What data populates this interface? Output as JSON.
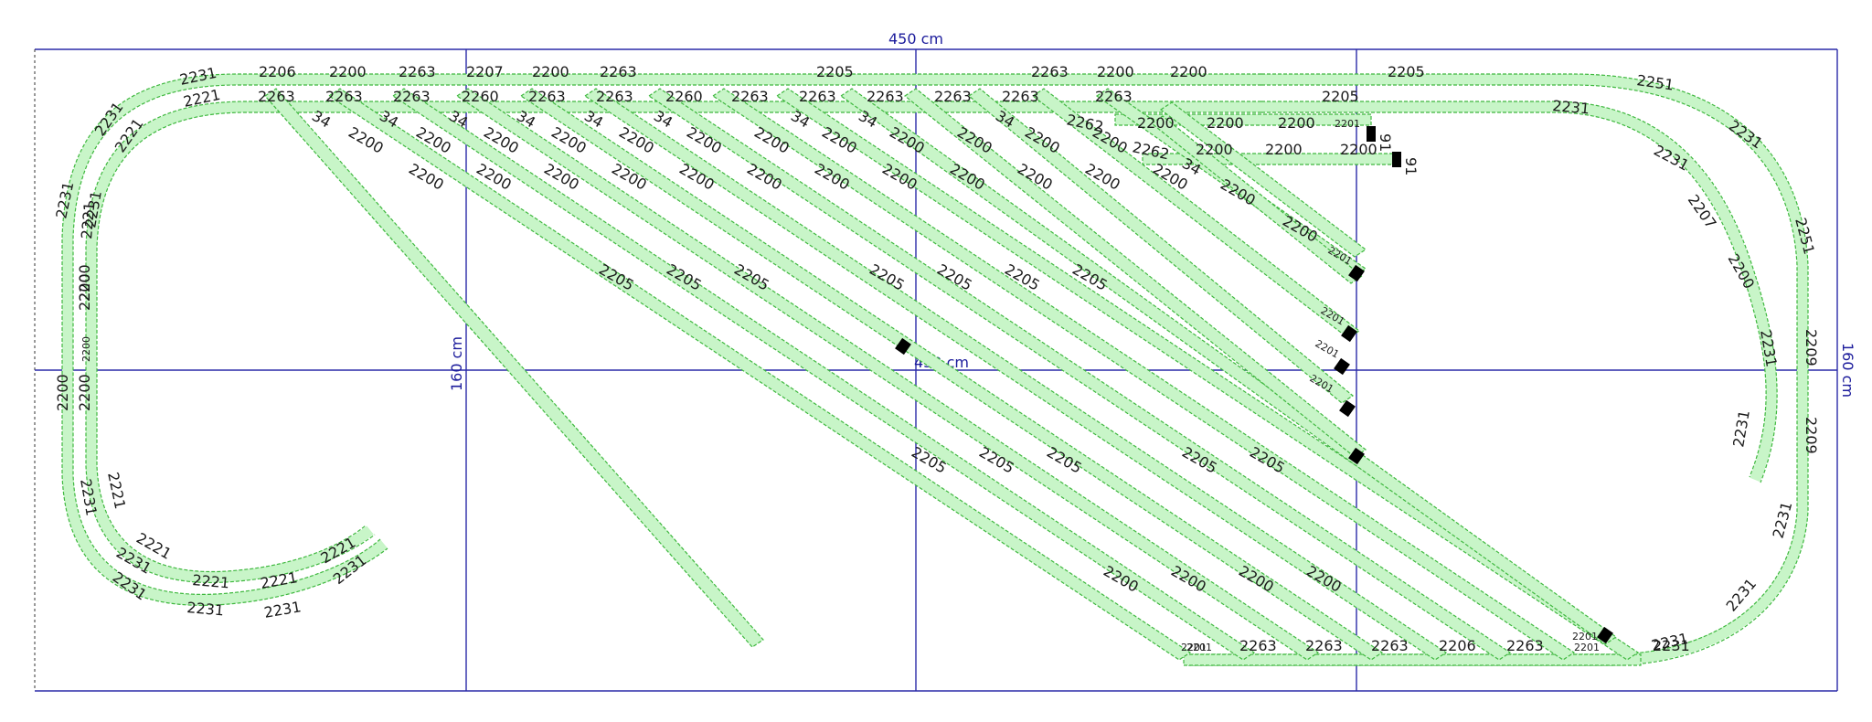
{
  "dimensions": {
    "width_label_top": "450 cm",
    "width_label_center": "450 cm",
    "height_label_center": "160 cm",
    "height_label_right": "160 cm"
  },
  "colors": {
    "track_fill": "#c8f5c8",
    "track_edge": "#3fb83f",
    "grid_lines": "#2a2aa8",
    "buffer_stop": "#000000"
  },
  "labels": {
    "top_row": [
      "2231",
      "2206",
      "2200",
      "2263",
      "2207",
      "2200",
      "2263",
      "2205",
      "2263",
      "2200",
      "2200",
      "2205",
      "2251"
    ],
    "second_row": [
      "2221",
      "2263",
      "2263",
      "2263",
      "2260",
      "2263",
      "2263",
      "2260",
      "2263",
      "2263",
      "2263",
      "2263",
      "2263",
      "2263",
      "2205",
      "2231"
    ],
    "connectors": [
      "34",
      "34",
      "34",
      "34",
      "34",
      "34",
      "34",
      "34",
      "34",
      "34"
    ],
    "siding_a": [
      "2262",
      "2200",
      "2200",
      "2200",
      "2201",
      "91"
    ],
    "siding_b": [
      "2262",
      "2200",
      "2200",
      "2200",
      "91"
    ],
    "diagonal_2200": [
      "2200",
      "2200",
      "2200",
      "2200",
      "2200",
      "2200",
      "2200",
      "2200",
      "2200",
      "2200",
      "2200",
      "2200",
      "2200",
      "2200",
      "2200",
      "2200",
      "2200",
      "2200",
      "2200",
      "2200",
      "2200",
      "2200",
      "2200",
      "2200",
      "2200",
      "2200",
      "2200",
      "2200",
      "2200",
      "2200"
    ],
    "diagonal_2205": [
      "2205",
      "2205",
      "2205",
      "2205",
      "2205",
      "2205",
      "2205",
      "2205",
      "2205",
      "2205",
      "2205",
      "2205"
    ],
    "diagonal_ends": [
      "2201",
      "2201",
      "2201",
      "2201",
      "2201",
      "2201"
    ],
    "left_loop": [
      "2231",
      "2231",
      "2221",
      "2231",
      "2221",
      "2200",
      "2200",
      "2200",
      "2200",
      "2200",
      "2231",
      "2221",
      "2231",
      "2221",
      "2231",
      "2221",
      "2221",
      "2231",
      "2231",
      "2221",
      "2231"
    ],
    "right_loop": [
      "2231",
      "2231",
      "2207",
      "2200",
      "2231",
      "2231",
      "2251",
      "2209",
      "2209",
      "2231",
      "2231",
      "2231"
    ],
    "bottom_row": [
      "2201",
      "2263",
      "2263",
      "2263",
      "2206",
      "2263",
      "2201",
      "2231"
    ]
  }
}
